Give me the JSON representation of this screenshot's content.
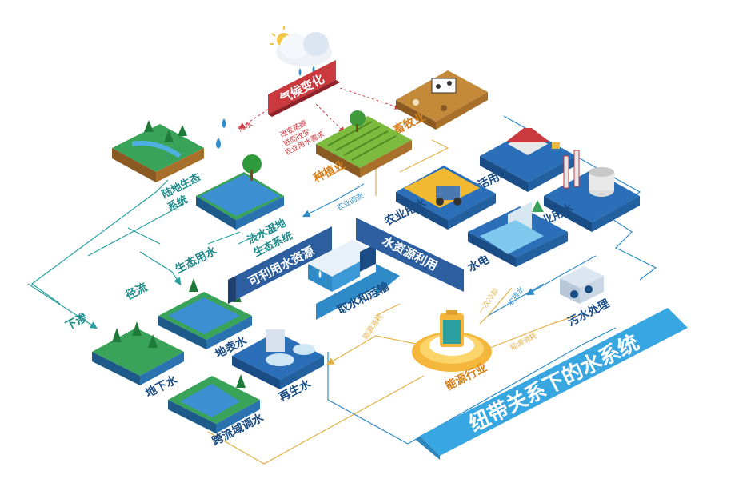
{
  "climate": {
    "title": "气候变化",
    "rain": "降水",
    "impact": [
      "改变蒸腾",
      "进而改变",
      "农业用水需求"
    ]
  },
  "banner": "纽带关系下的水系统",
  "nodes": {
    "livestock": "畜牧业",
    "planting": "种植业",
    "land_eco": [
      "陆地生态",
      "系统"
    ],
    "wetland": [
      "淡水湿地",
      "生态系统"
    ],
    "domestic": "生活用水",
    "industrial": "工业用水",
    "agri": "农业用水",
    "hydro": "水电",
    "wastewater": "污水处理",
    "energy": "能源行业",
    "reclaimed": "再生水",
    "surface": "地表水",
    "ground": "地下水",
    "transfer": "跨流域调水",
    "eco_water": "生态用水",
    "runoff": "径流",
    "infiltration": "下渗"
  },
  "strips": {
    "available": "可利用水资源",
    "utilization": "水资源利用"
  },
  "arrows": {
    "intake": "取水和运输"
  },
  "flows": {
    "return_flow": "农业回流",
    "once_through": "一次冷却",
    "drainage": "农排水",
    "energy_use1": "能源消耗",
    "energy_use2": "能源消耗"
  },
  "colors": {
    "climate_red": "#c9393e",
    "flow_blue": "#2f8bc7",
    "flow_teal": "#2aa0a0",
    "flow_gold": "#e2b247",
    "banner_blue": "#38a6e0",
    "strip_dark": "#2d5fa0",
    "label_teal": "#1f8a8a",
    "label_orange": "#d5801a"
  }
}
